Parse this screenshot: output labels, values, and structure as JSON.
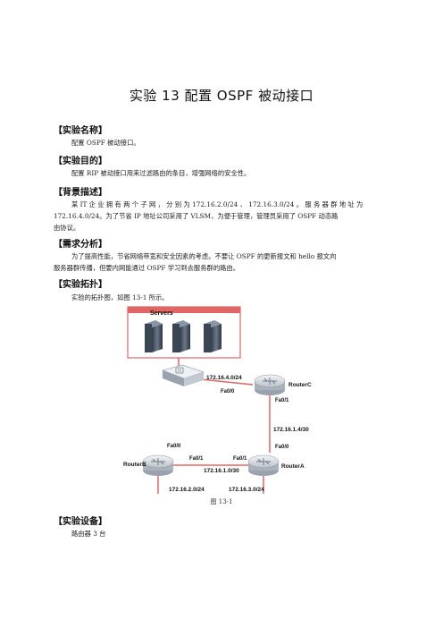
{
  "title": "实验 13  配置 OSPF 被动接口",
  "sections": {
    "name": {
      "heading": "【实验名称】",
      "text": "配置  OSPF  被动接口。"
    },
    "purpose": {
      "heading": "【实验目的】",
      "text": "配置  RIP  被动接口用来过滤路由的条目，增强网络的安全性。"
    },
    "background": {
      "heading": "【背景描述】",
      "line1": "某  IT  企 业 拥 有 两 个 子 网 ， 分 别 为 172.16.2.0/24  、 172.16.3.0/24  。 服 务 器 群 地 址 为",
      "line2": "172.16.4.0/24。为了节省  IP  地址公司采用了  VLSM，为便于管理，管理员采用了  OSPF  动态路",
      "line3": "由协议。"
    },
    "requirements": {
      "heading": "【需求分析】",
      "line1": "为了提高性能，节省网络带宽和安全因素的考虑。不要让  OSPF  的更新报文和  hello  报文向",
      "line2": "服务器群传播，但要内网能通过  OSPF  学习到去服务群的路由。"
    },
    "topology": {
      "heading": "【实验拓扑】",
      "text": "实验的拓扑图，如图  13-1  所示。"
    },
    "equipment": {
      "heading": "【实验设备】",
      "text": "路由器  3  台"
    }
  },
  "diagram": {
    "servers_label": "Servers",
    "router_c": "RouterC",
    "router_b": "RouterB",
    "router_a": "RouterA",
    "net_switch_c": "172.16.4.0/24",
    "c_fa00": "Fa0/0",
    "c_fa01": "Fa0/1",
    "net_c_a": "172.16.1.4/30",
    "a_fa00": "Fa0/0",
    "a_fa01": "Fa0/1",
    "b_fa00": "Fa0/0",
    "b_fa01": "Fa0/1",
    "net_b_a": "172.16.1.0/30",
    "net_b_lan": "172.16.2.0/24",
    "net_a_lan": "172.16.3.0/24",
    "link_color": "#e06666"
  },
  "figure_caption": "图  13-1"
}
